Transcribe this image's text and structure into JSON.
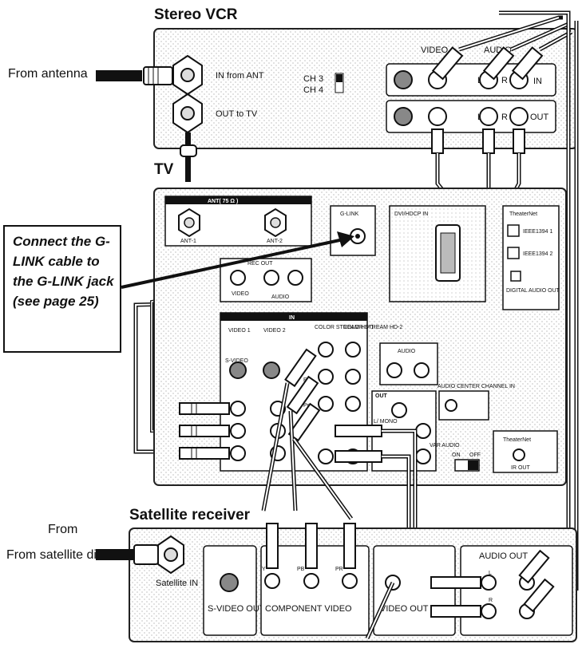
{
  "vcr": {
    "title": "Stereo VCR",
    "from_antenna": "From antenna",
    "in_from_ant": "IN from ANT",
    "out_to_tv": "OUT to TV",
    "ch3": "CH 3",
    "ch4": "CH 4",
    "video": "VIDEO",
    "audio": "AUDIO",
    "in": "IN",
    "out": "OUT",
    "l": "L",
    "r": "R"
  },
  "tv": {
    "title": "TV",
    "ant_header": "ANT( 75 Ω )",
    "ant1": "ANT-1",
    "ant2": "ANT-2",
    "glink": "G-LINK",
    "dvi": "DVI/HDCP IN",
    "theaternet": "TheaterNet",
    "ieee1": "IEEE1394 1",
    "ieee2": "IEEE1394 2",
    "digital_audio_out": "DIGITAL AUDIO OUT",
    "rec_out": "REC OUT",
    "video": "VIDEO",
    "audio": "AUDIO",
    "in": "IN",
    "video1": "VIDEO 1",
    "video2": "VIDEO 2",
    "svideo": "S-VIDEO",
    "cs1": "COLOR STREAM HD-1",
    "cs2": "COLOR STREAM HD-2",
    "y": "Y",
    "pb": "Pb",
    "pr": "Pr",
    "out": "OUT",
    "audio_center": "AUDIO CENTER CHANNEL IN",
    "var_audio": "VAR AUDIO",
    "on": "ON",
    "off": "OFF",
    "ir_out": "IR OUT",
    "l_mono": "L/ MONO"
  },
  "note": {
    "text": "Connect the G-LINK cable to the G-LINK jack (see page 25)"
  },
  "sat": {
    "title": "Satellite receiver",
    "from_dish": "From satellite dish",
    "sat_in": "Satellite IN",
    "svideo_out": "S-VIDEO OUT",
    "component_video": "COMPONENT VIDEO",
    "video_out": "VIDEO OUT",
    "audio_out": "AUDIO OUT",
    "y": "Y",
    "pb": "PB",
    "pr": "PR",
    "l": "L",
    "r": "R"
  }
}
